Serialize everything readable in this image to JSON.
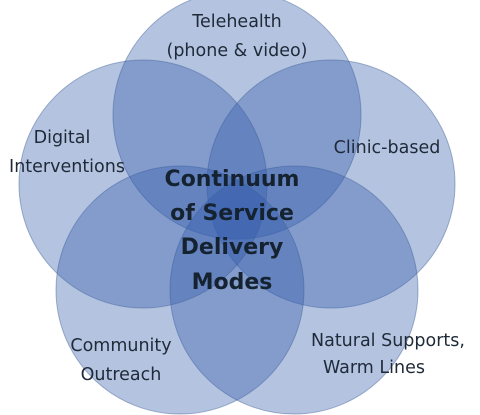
{
  "diagram": {
    "center_lines": [
      "Continuum",
      "of Service",
      "Delivery",
      "Modes"
    ],
    "petals": {
      "top": [
        "Telehealth",
        "(phone & video)"
      ],
      "right": [
        "Clinic-based"
      ],
      "bottom_right": [
        "Natural Supports,",
        "Warm Lines"
      ],
      "bottom_left": [
        "Community",
        "Outreach"
      ],
      "left": [
        "Digital",
        "Interventions"
      ]
    }
  },
  "colors": {
    "circle_fill": "#2f5aa8",
    "circle_stroke": "#3d5f95",
    "text": "#1f2a38"
  }
}
